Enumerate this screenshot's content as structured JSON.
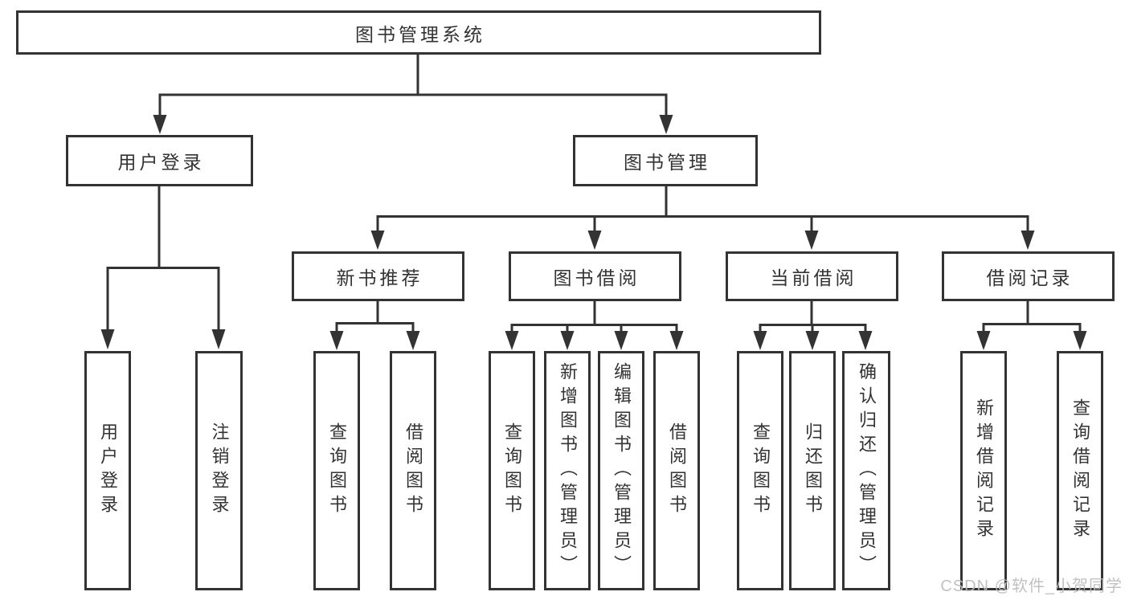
{
  "diagram": {
    "root": "图书管理系统",
    "branches": [
      {
        "label": "用户登录",
        "leaves": [
          "用户登录",
          "注销登录"
        ]
      },
      {
        "label": "图书管理",
        "sections": [
          {
            "label": "新书推荐",
            "leaves": [
              "查询图书",
              "借阅图书"
            ]
          },
          {
            "label": "图书借阅",
            "leaves": [
              "查询图书",
              "新增图书（管理员）",
              "编辑图书（管理员）",
              "借阅图书"
            ]
          },
          {
            "label": "当前借阅",
            "leaves": [
              "查询图书",
              "归还图书",
              "确认归还（管理员）"
            ]
          },
          {
            "label": "借阅记录",
            "leaves": [
              "新增借阅记录",
              "查询借阅记录"
            ]
          }
        ]
      }
    ]
  },
  "colors": {
    "line": "#333333",
    "box_border": "#333333",
    "background": "#ffffff",
    "watermark": "#bcbcbc"
  },
  "watermark": "CSDN @软件_小贺同学"
}
